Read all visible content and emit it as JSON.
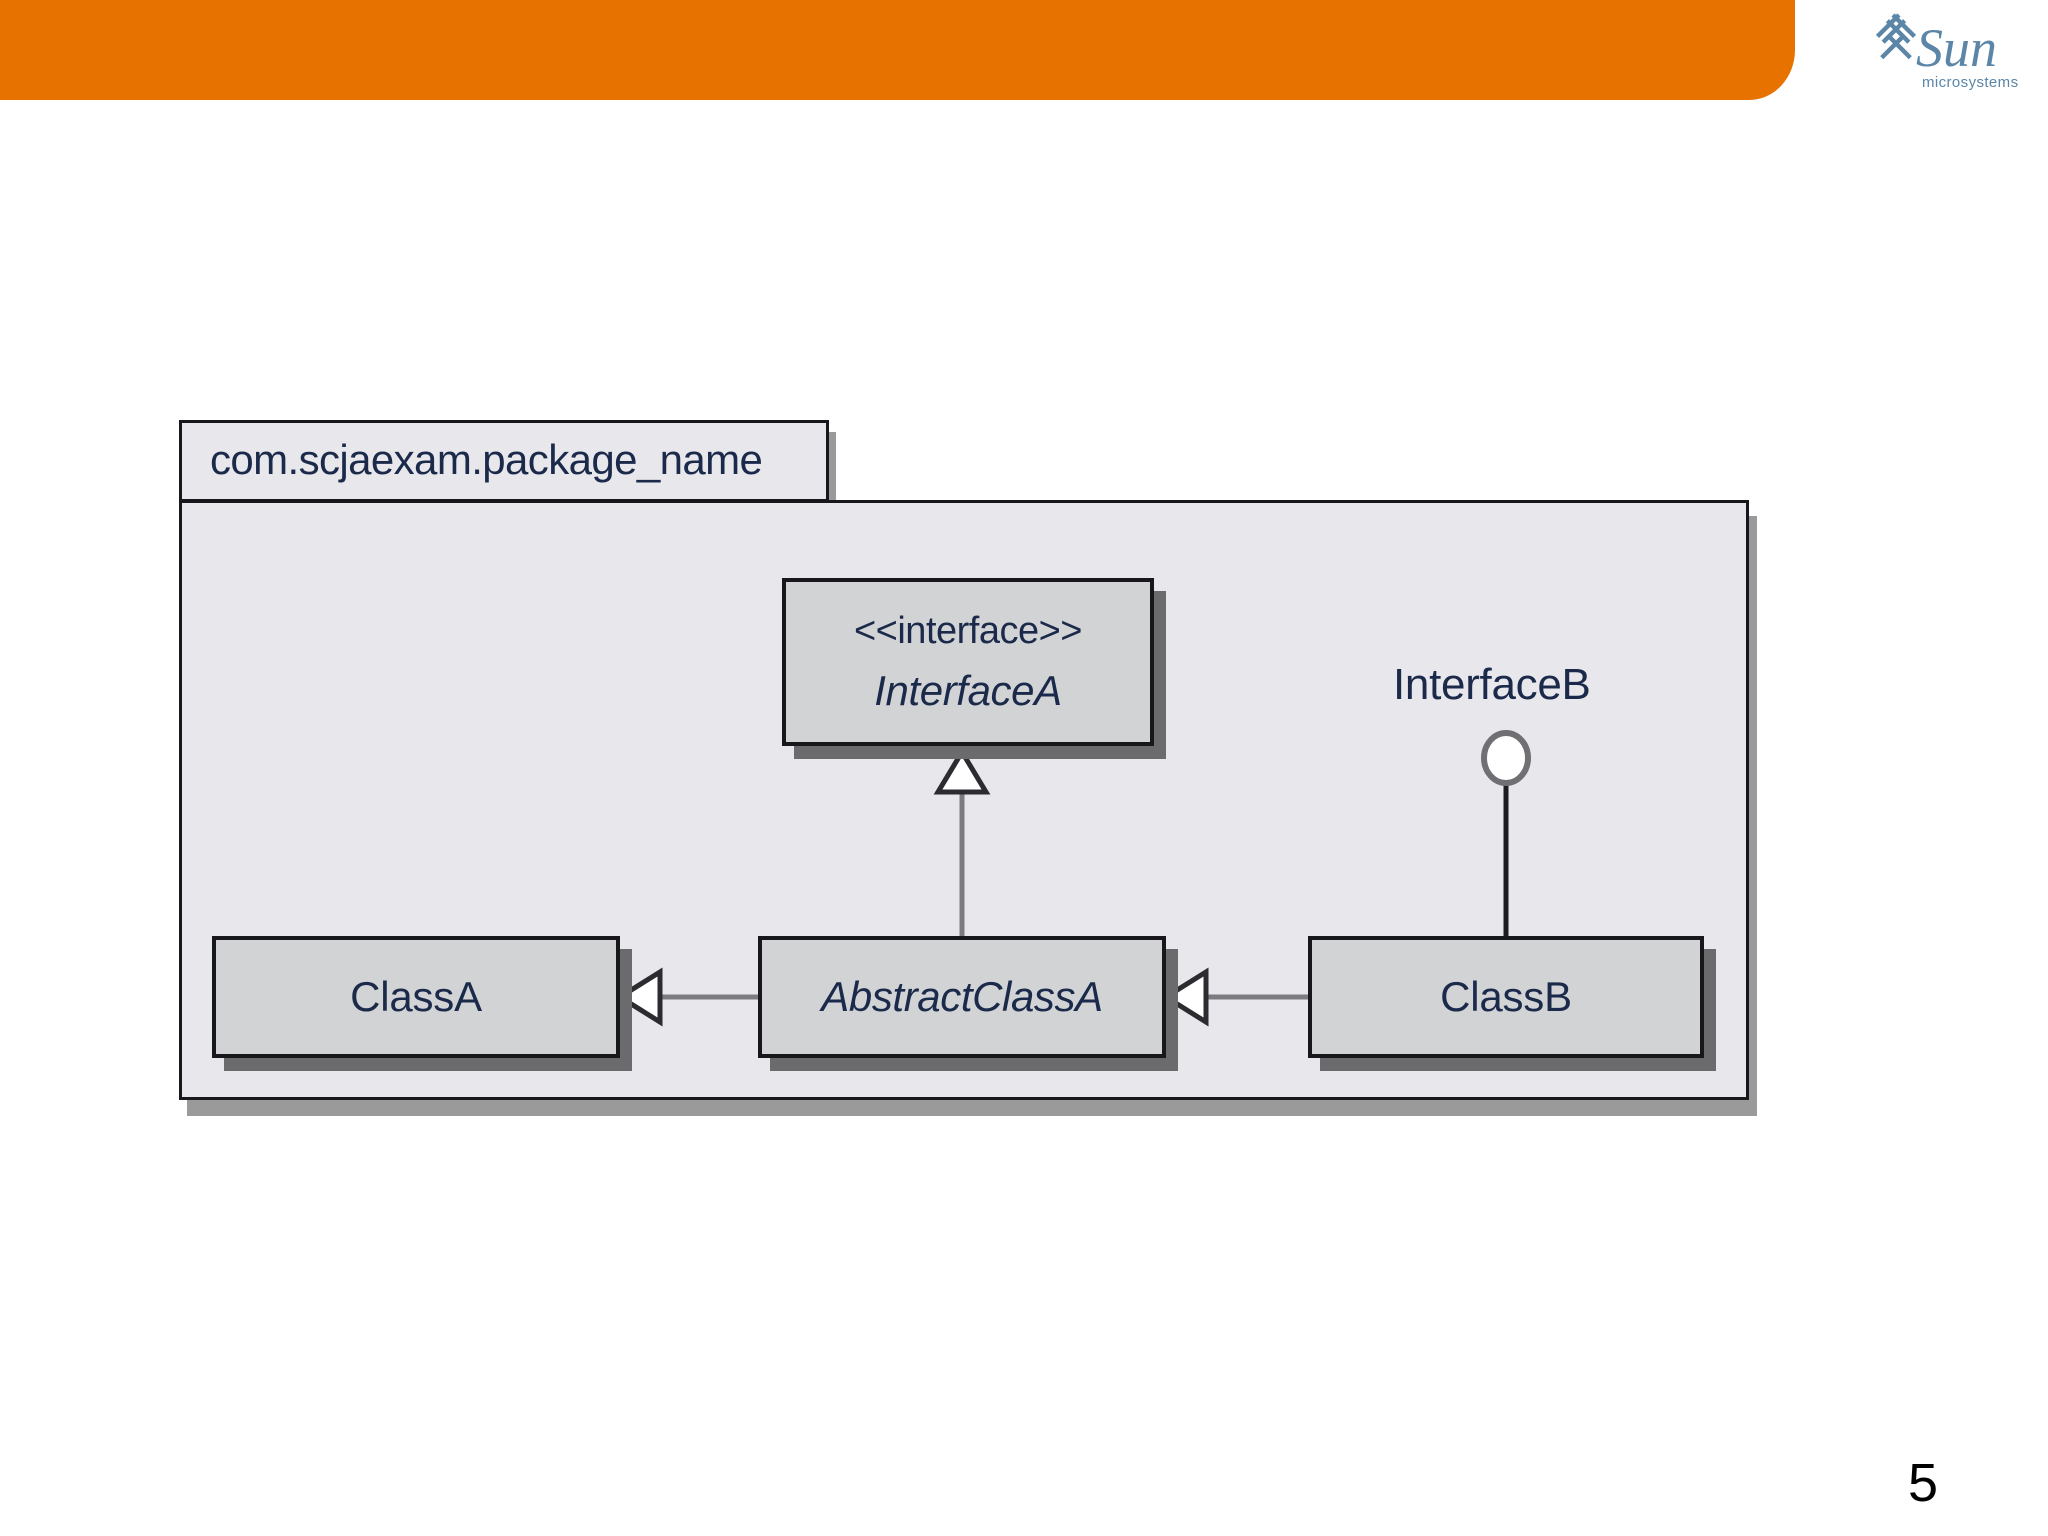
{
  "slide": {
    "page_number": "5",
    "header": {
      "accent_color": "#e87200",
      "logo_name": "Sun",
      "logo_subtitle": "microsystems",
      "logo_color": "#5b86a8"
    }
  },
  "diagram": {
    "type": "uml-class-diagram",
    "package": {
      "name": "com.scjaexam.package_name",
      "fill_color": "#e8e8ec",
      "border_color": "#17171c",
      "shadow_color": "#9a9a9a"
    },
    "nodes": [
      {
        "id": "interface-a",
        "kind": "interface",
        "stereotype": "<<interface>>",
        "name": "InterfaceA",
        "italic": true,
        "fill_color": "#d2d3d5"
      },
      {
        "id": "class-a",
        "kind": "class",
        "stereotype": "",
        "name": "ClassA",
        "italic": false,
        "fill_color": "#d2d3d5"
      },
      {
        "id": "abstract-class-a",
        "kind": "abstract-class",
        "stereotype": "",
        "name": "AbstractClassA",
        "italic": true,
        "fill_color": "#d2d3d5"
      },
      {
        "id": "class-b",
        "kind": "class",
        "stereotype": "",
        "name": "ClassB",
        "italic": false,
        "fill_color": "#d2d3d5"
      }
    ],
    "lollipop": {
      "id": "interface-b",
      "name": "InterfaceB",
      "notation": "ball-and-socket",
      "provided_by": "class-b"
    },
    "relationships": [
      {
        "from": "abstract-class-a",
        "to": "interface-a",
        "type": "realization-generalization",
        "arrow": "hollow-triangle"
      },
      {
        "from": "abstract-class-a",
        "to": "class-a",
        "type": "generalization",
        "arrow": "hollow-triangle"
      },
      {
        "from": "class-b",
        "to": "abstract-class-a",
        "type": "generalization",
        "arrow": "hollow-triangle"
      },
      {
        "from": "class-b",
        "to": "interface-b",
        "type": "interface-realization",
        "arrow": "lollipop"
      }
    ]
  }
}
